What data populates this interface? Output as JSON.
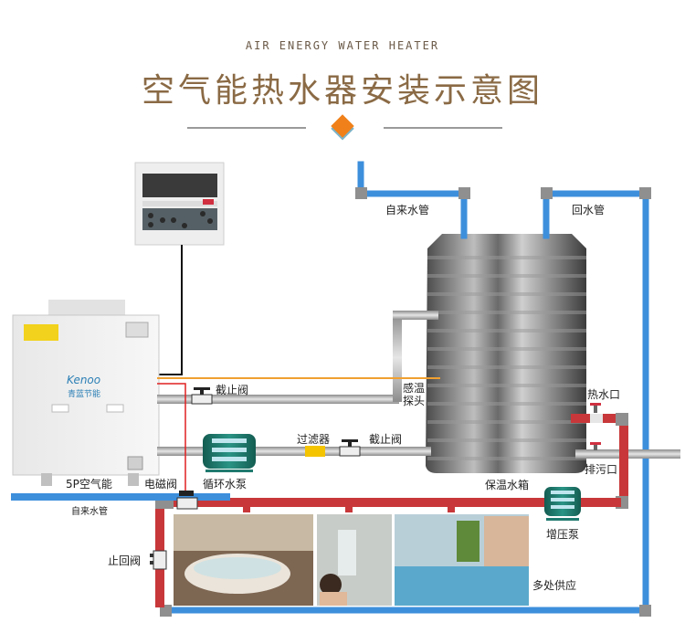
{
  "header": {
    "subtitle": "AIR ENERGY WATER HEATER",
    "title": "空气能热水器安装示意图"
  },
  "colors": {
    "title": "#8a6a45",
    "accent_diamond": "#f0811a",
    "cold_pipe": "#3d8fdc",
    "hot_pipe": "#c8383a",
    "grey_pipe": "#b5b5b5",
    "signal_wire": "#f0a030",
    "control_wire": "#e02020",
    "pump": "#1f7a6e",
    "filter": "#f5c400"
  },
  "components": {
    "controller": "wire-controller",
    "heat_pump": {
      "label": "5P空气能",
      "brand": "Kenoo",
      "brand_cn": "青蓝节能"
    },
    "tank": {
      "label": "保温水箱"
    },
    "circulation_pump": {
      "label": "循环水泵"
    },
    "booster_pump": {
      "label": "增压泵"
    },
    "filter": {
      "label": "过滤器"
    }
  },
  "labels": {
    "tap_water_top": "自来水管",
    "return_pipe": "回水管",
    "shutoff_valve_1": "截止阀",
    "shutoff_valve_2": "截止阀",
    "temp_probe_line1": "感温",
    "temp_probe_line2": "探头",
    "hot_water_outlet": "热水口",
    "drain_outlet": "排污口",
    "solenoid_valve": "电磁阀",
    "tap_water_bottom": "自来水管",
    "check_valve": "止回阀",
    "multi_supply": "多处供应"
  },
  "photos": [
    "bathtub",
    "shower",
    "swimming-pool"
  ]
}
